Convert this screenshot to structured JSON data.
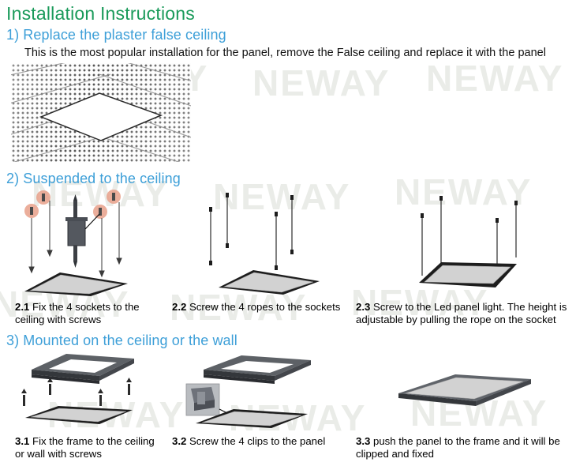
{
  "document": {
    "title": "Installation Instructions",
    "title_color": "#1a9a5a",
    "heading_color": "#3d9fd8",
    "body_color": "#111111",
    "watermark_text": "NEWAY"
  },
  "sections": [
    {
      "id": "section-1",
      "heading": "1) Replace the plaster false ceiling",
      "intro": "This is the most popular installation for the panel, remove the False ceiling and replace it with the panel",
      "figures": [
        {
          "id": "fig-false-ceiling",
          "name": "perforated-ceiling-with-panel-opening",
          "caption": ""
        }
      ]
    },
    {
      "id": "section-2",
      "heading": "2) Suspended to the ceiling",
      "intro": "",
      "figures": [
        {
          "id": "fig-2-1",
          "name": "sockets-fixed-to-ceiling",
          "number": "2.1",
          "caption": "Fix the 4 sockets to the ceiling with screws"
        },
        {
          "id": "fig-2-2",
          "name": "ropes-screwed-to-sockets",
          "number": "2.2",
          "caption": "Screw the 4 ropes to the sockets"
        },
        {
          "id": "fig-2-3",
          "name": "panel-suspended-on-ropes",
          "number": "2.3",
          "caption": "Screw to the Led panel light. The height is adjustable by pulling the rope on the socket"
        }
      ]
    },
    {
      "id": "section-3",
      "heading": "3) Mounted on the ceiling or the wall",
      "intro": "",
      "figures": [
        {
          "id": "fig-3-1",
          "name": "frame-fixed-with-screws",
          "number": "3.1",
          "caption": "Fix the frame to the ceiling or wall with screws"
        },
        {
          "id": "fig-3-2",
          "name": "clips-screwed-to-panel",
          "number": "3.2",
          "caption": "Screw the 4 clips to the panel"
        },
        {
          "id": "fig-3-3",
          "name": "panel-pushed-into-frame",
          "number": "3.3",
          "caption": "push the panel to the frame and it will be clipped and fixed"
        }
      ]
    }
  ],
  "colors": {
    "title_green": "#1a9a5a",
    "heading_blue": "#3d9fd8",
    "panel_gray": "#d0d0d0",
    "frame_dark": "#3a3c40",
    "socket_orange": "#e8a08a",
    "watermark_gray": "#e9ebe7"
  }
}
